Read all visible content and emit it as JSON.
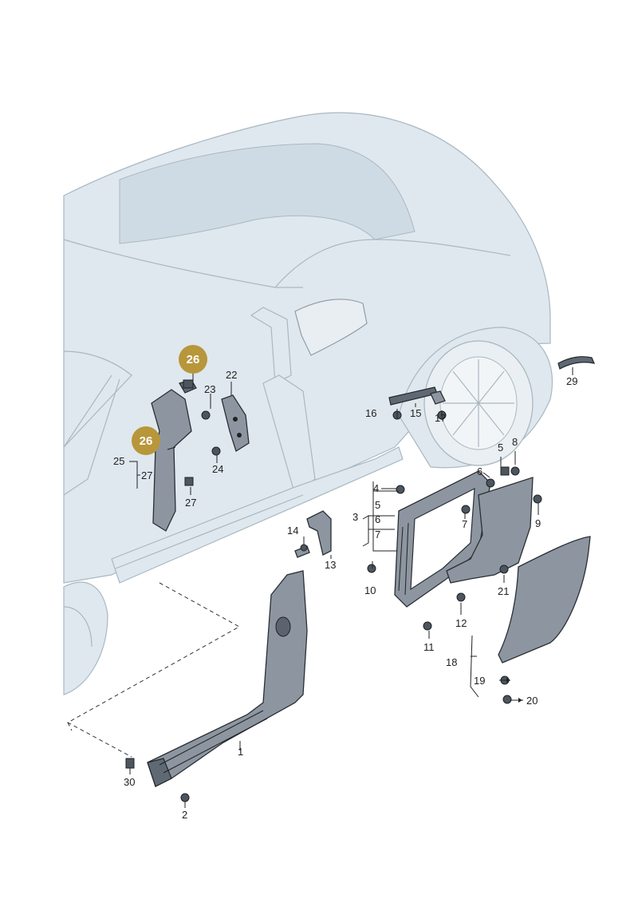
{
  "callouts": [
    {
      "id": "c1",
      "text": "1"
    },
    {
      "id": "c2",
      "text": "2"
    },
    {
      "id": "c3",
      "text": "3"
    },
    {
      "id": "c4",
      "text": "4"
    },
    {
      "id": "c5a",
      "text": "5"
    },
    {
      "id": "c5b",
      "text": "5"
    },
    {
      "id": "c6a",
      "text": "6"
    },
    {
      "id": "c6b",
      "text": "6"
    },
    {
      "id": "c7a",
      "text": "7"
    },
    {
      "id": "c7b",
      "text": "7"
    },
    {
      "id": "c8",
      "text": "8"
    },
    {
      "id": "c9",
      "text": "9"
    },
    {
      "id": "c10",
      "text": "10"
    },
    {
      "id": "c11",
      "text": "11"
    },
    {
      "id": "c12",
      "text": "12"
    },
    {
      "id": "c13",
      "text": "13"
    },
    {
      "id": "c14",
      "text": "14"
    },
    {
      "id": "c15",
      "text": "15"
    },
    {
      "id": "c16",
      "text": "16"
    },
    {
      "id": "c17",
      "text": "17"
    },
    {
      "id": "c18",
      "text": "18"
    },
    {
      "id": "c19",
      "text": "19"
    },
    {
      "id": "c20",
      "text": "20"
    },
    {
      "id": "c21",
      "text": "21"
    },
    {
      "id": "c22",
      "text": "22"
    },
    {
      "id": "c23",
      "text": "23"
    },
    {
      "id": "c24",
      "text": "24"
    },
    {
      "id": "c25",
      "text": "25"
    },
    {
      "id": "c27a",
      "text": "27"
    },
    {
      "id": "c27b",
      "text": "27"
    },
    {
      "id": "c29",
      "text": "29"
    },
    {
      "id": "c30",
      "text": "30"
    }
  ],
  "badges": [
    {
      "id": "b26a",
      "text": "26"
    },
    {
      "id": "b26b",
      "text": "26"
    }
  ],
  "colors": {
    "badge": "#b8963a",
    "car_fill": "#dfe8ee",
    "car_stroke": "#a9b8c2",
    "part_fill": "#8d96a0"
  }
}
